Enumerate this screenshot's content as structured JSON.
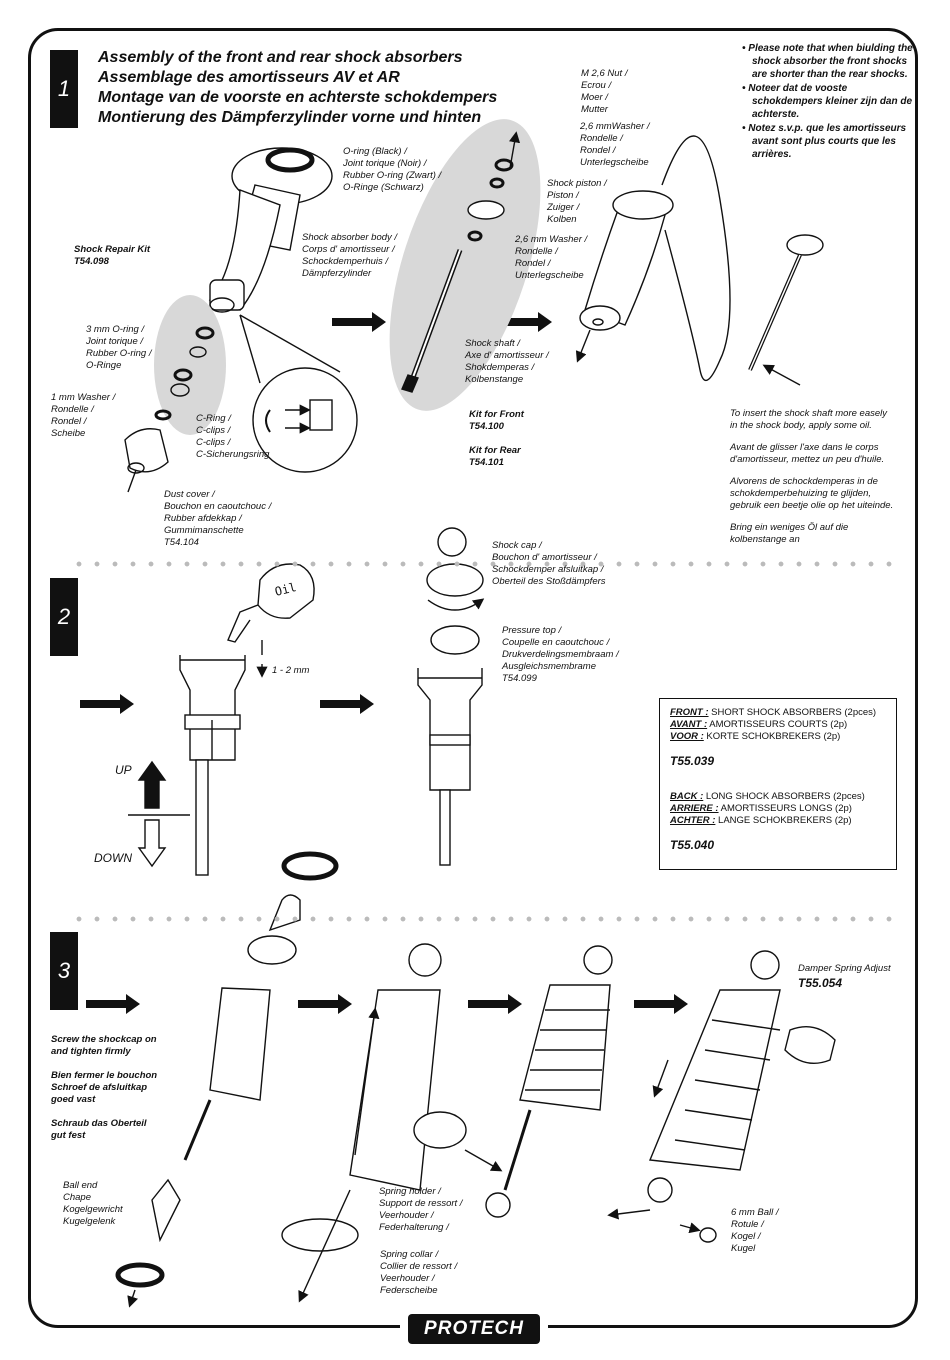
{
  "steps": [
    "1",
    "2",
    "3"
  ],
  "titles": [
    "Assembly of the front and rear shock absorbers",
    "Assemblage des amortisseurs AV et AR",
    "Montage van de voorste en achterste schokdempers",
    "Montierung des Dämpferzylinder vorne und hinten"
  ],
  "notes": [
    "• Please note that when biulding the shock absorber the front shocks are shorter than the rear shocks.",
    "• Noteer dat de vooste schokdempers kleiner zijn dan de achterste.",
    "• Notez s.v.p. que les amortisseurs avant sont plus courts que les arrières."
  ],
  "labels": {
    "oring": "O-ring (Black) /\nJoint torique (Noir) /\nRubber O-ring (Zwart) /\nO-Ringe (Schwarz)",
    "repair_kit": "Shock Repair Kit\nT54.098",
    "body": "Shock absorber body /\nCorps d' amortisseur /\nSchockdemperhuis /\nDämpferzylinder",
    "oring3": "3 mm O-ring /\nJoint torique /\nRubber O-ring /\nO-Ringe",
    "washer1": "1 mm Washer /\nRondelle /\nRondel /\nScheibe",
    "cring": "C-Ring /\nC-clips /\nC-clips /\nC-Sicherungsring",
    "dust": "Dust cover /\nBouchon en caoutchouc /\nRubber afdekkap /\nGummimanschette\nT54.104",
    "nut": "M 2,6 Nut /\nEcrou /\nMoer /\nMutter",
    "washer26a": "2,6 mmWasher /\nRondelle /\nRondel /\nUnterlegscheibe",
    "piston": "Shock piston /\nPiston /\nZuiger /\nKolben",
    "washer26b": "2,6 mm Washer /\nRondelle /\nRondel /\nUnterlegscheibe",
    "shaft": "Shock shaft /\nAxe d' amortisseur /\nShokdemperas /\nKolbenstange",
    "kit_front": "Kit for Front\nT54.100",
    "kit_rear": "Kit for Rear\nT54.101",
    "oil": "Oil",
    "gap": "1 - 2 mm",
    "cap": "Shock cap /\nBouchon d' amortisseur /\nSchockdemper afsluitkap /\nOberteil des Stoßdämpfers",
    "pressure": "Pressure top /\nCoupelle en caoutchouc /\nDrukverdelingsmembraam /\nAusgleichsmembrame\nT54.099",
    "up": "UP",
    "down": "DOWN",
    "screw": "Screw the shockcap on\nand tighten firmly\n\nBien fermer le bouchon\nSchroef de afsluitkap\ngoed vast\n\nSchraub das Oberteil\ngut fest",
    "ballend": "Ball end\nChape\nKogelgewricht\nKugelgelenk",
    "spring_holder": "Spring holder /\nSupport de ressort /\nVeerhouder /\nFederhalterung /",
    "spring_collar": "Spring collar /\nCollier de ressort /\nVeerhouder /\nFederscheibe",
    "damper_adjust": "Damper Spring Adjust",
    "damper_code": "T55.054",
    "ball6": "6 mm Ball /\nRotule /\nKogel /\nKugel"
  },
  "info": [
    "To insert the shock shaft more easely\nin the shock body, apply some oil.",
    "Avant de glisser l'axe dans le corps\nd'amortisseur, mettez un peu d'huile.",
    "Alvorens de schockdemperas in de\nschokdemperbehuizing te glijden,\ngebruik een beetje olie op het uiteinde.",
    "Bring ein weniges Öl auf die\nkolbenstange an"
  ],
  "spec": {
    "front_k": "FRONT :",
    "front_v": " SHORT SHOCK ABSORBERS (2pces)",
    "avant_k": "AVANT :",
    "avant_v": " AMORTISSEURS COURTS (2p)",
    "voor_k": "VOOR :",
    "voor_v": " KORTE SCHOKBREKERS (2p)",
    "front_code": "T55.039",
    "back_k": "BACK :",
    "back_v": " LONG SHOCK ABSORBERS (2pces)",
    "arriere_k": "ARRIERE :",
    "arriere_v": " AMORTISSEURS LONGS (2p)",
    "achter_k": "ACHTER :",
    "achter_v": " LANGE SCHOKBREKERS (2p)",
    "rear_code": "T55.040"
  },
  "brand": "PROTECH",
  "colors": {
    "ink": "#111111",
    "shade": "#d8d8d8",
    "dots": "#bbbbbb"
  }
}
